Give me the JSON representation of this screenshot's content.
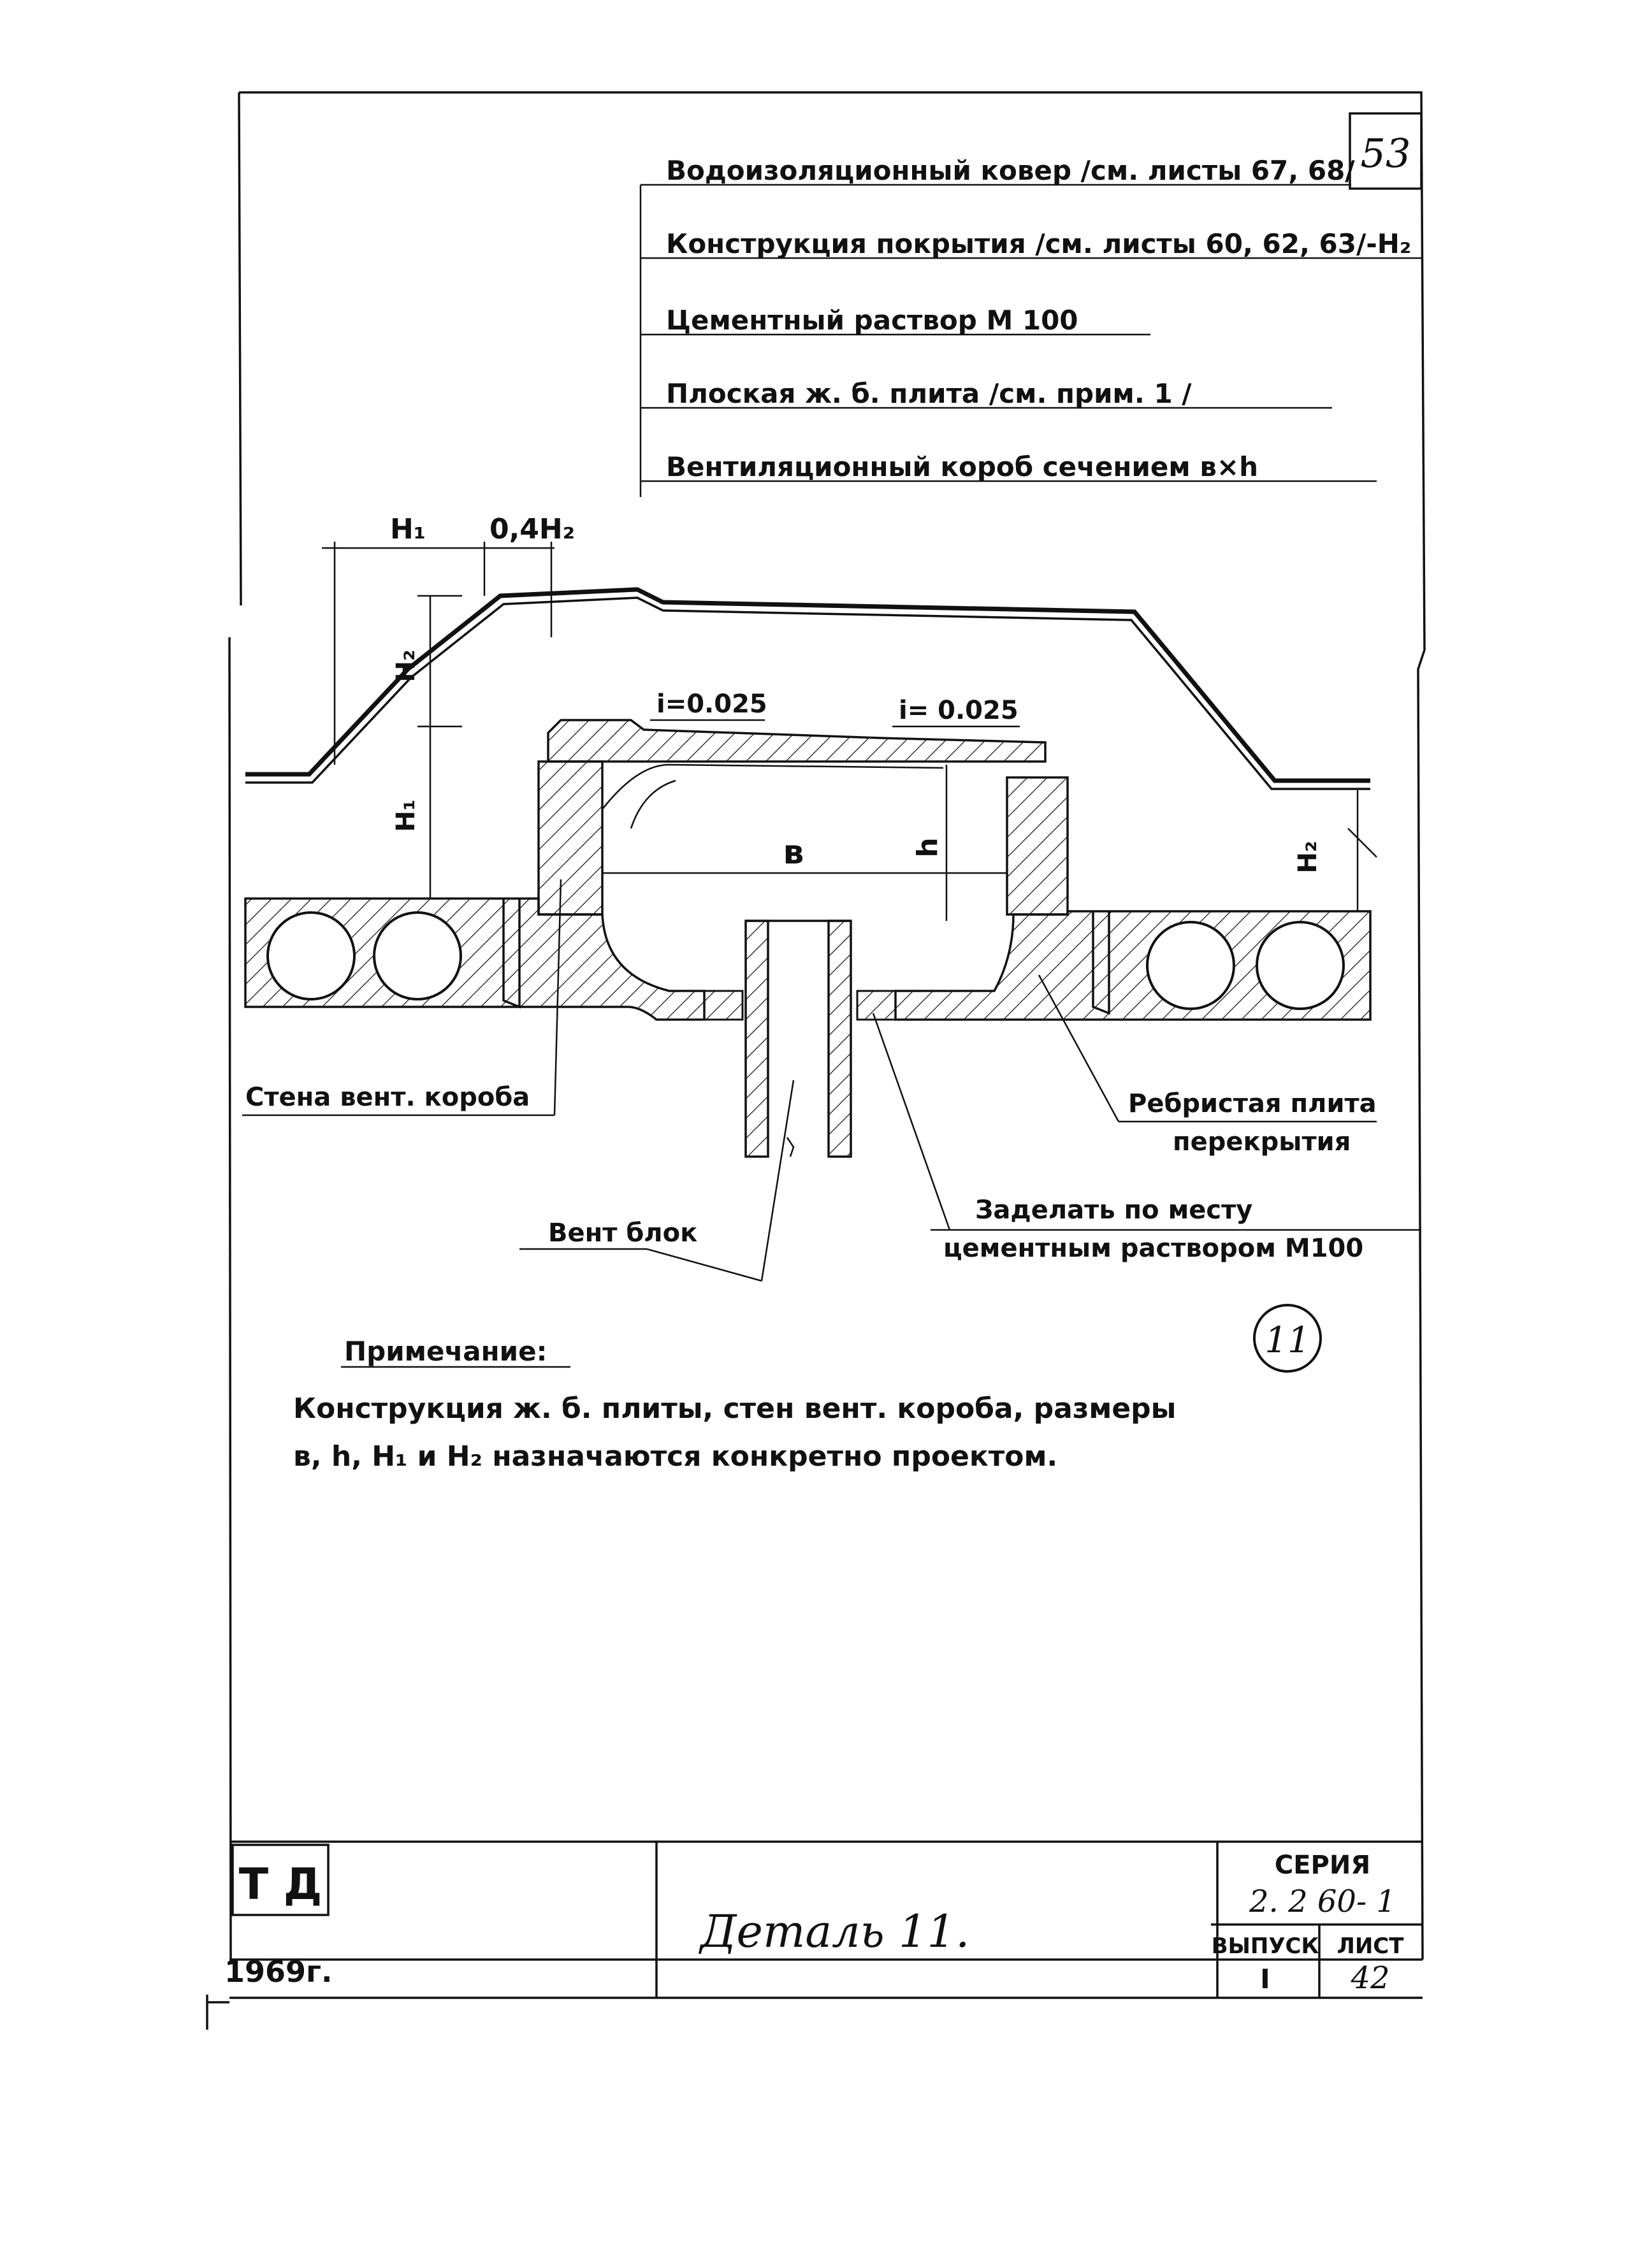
{
  "sheet_corner_number": "53",
  "leaders": [
    "Водоизоляционный   ковер  /см. листы  67, 68/",
    "Конструкция   покрытия  /см. листы  60, 62, 63/-H₂",
    "Цементный   раствор   М 100",
    "Плоская   ж. б.   плита   /см. прим. 1 /",
    "Вентиляционный   короб   сечением   в×h"
  ],
  "dims": {
    "h1_top": "H₁",
    "h2_top": "0,4H₂",
    "h2_left": "H₂",
    "h1_left": "H₁",
    "h2_right": "H₂",
    "slope_left": "i=0.025",
    "slope_right": "i= 0.025",
    "width_b": "в",
    "height_h": "h"
  },
  "callouts": {
    "wall": "Стена вент. короба",
    "rib_slab_1": "Ребристая плита",
    "rib_slab_2": "перекрытия",
    "seal_1": "Заделать по месту",
    "seal_2": "цементным раствором  М100",
    "vent": "Вент блок"
  },
  "detail_marker": "11",
  "note": {
    "title": "Примечание:",
    "line1": "Конструкция   ж. б.  плиты,   стен   вент. короба,   размеры",
    "line2": "в, h,  H₁  и  H₂   назначаются   конкретно   проектом."
  },
  "title_block": {
    "logo": "Т Д",
    "year": "1969г.",
    "drawing_title": "Деталь 11.",
    "series_label": "СЕРИЯ",
    "series_value": "2. 2 60- 1",
    "issue_label": "ВЫПУСК",
    "issue_value": "I",
    "sheet_label": "ЛИСТ",
    "sheet_value": "42"
  }
}
